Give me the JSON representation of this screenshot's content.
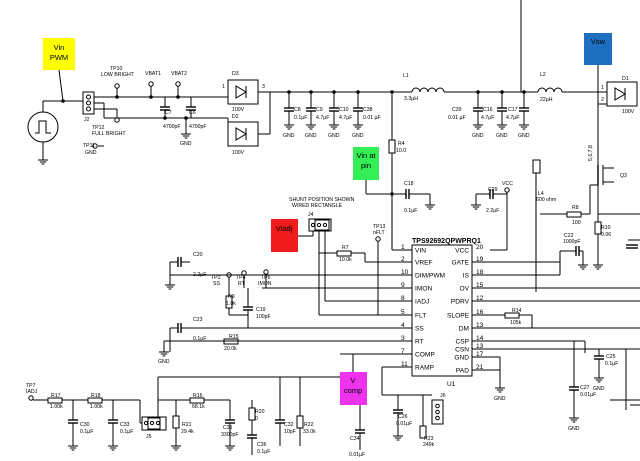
{
  "callouts": {
    "vin_pwm": "Vin\nPWM",
    "vsw": "Vsw",
    "vin_at_pin": "Vin at\npin",
    "viadj": "Viadj",
    "v_comp": "V\ncomp"
  },
  "colors": {
    "yellow": "#ffff00",
    "blue": "#1f6fc0",
    "green": "#33ee55",
    "red": "#ee1c1c",
    "magenta": "#ee33ee"
  },
  "ic": {
    "name": "TPS92692QPWPRQ1",
    "ref": "U1",
    "left_pins": [
      {
        "name": "VIN",
        "num": "1"
      },
      {
        "name": "VREF",
        "num": "2"
      },
      {
        "name": "DIM/PWM",
        "num": "10"
      },
      {
        "name": "IMON",
        "num": "9"
      },
      {
        "name": "IADJ",
        "num": "8"
      },
      {
        "name": "FLT",
        "num": "5"
      },
      {
        "name": "SS",
        "num": "4"
      },
      {
        "name": "RT",
        "num": "3"
      },
      {
        "name": "COMP",
        "num": "7"
      },
      {
        "name": "RAMP",
        "num": "11"
      }
    ],
    "right_pins": [
      {
        "name": "VCC",
        "num": "20"
      },
      {
        "name": "GATE",
        "num": "19"
      },
      {
        "name": "IS",
        "num": "18"
      },
      {
        "name": "OV",
        "num": "15"
      },
      {
        "name": "PDRV",
        "num": "12"
      },
      {
        "name": "SLOPE",
        "num": "16"
      },
      {
        "name": "DM",
        "num": "13"
      },
      {
        "name": "CSP",
        "num": "14"
      },
      {
        "name": "CSN",
        "num": "13"
      },
      {
        "name": "GND",
        "num": "17"
      },
      {
        "name": "PAD",
        "num": "21"
      }
    ]
  },
  "labels": {
    "tp10": "TP10",
    "low_bright": "LOW BRIGHT",
    "vbat1": "VBAT1",
    "vbat2": "VBAT2",
    "tp12": "TP12",
    "full_bright": "FULL BRIGHT",
    "tp11": "TP11",
    "gnd_tp11": "GND",
    "j2": "J2",
    "c7": "C7",
    "c7v": "4700pF",
    "c6": "C6",
    "c6v": "4700pF",
    "d3": "D3",
    "d3v": "100V",
    "d2": "D2",
    "d2v": "100V",
    "c8": "C8",
    "c8v": "0.1µF",
    "c9": "C9",
    "c9v": "4.7µF",
    "c10": "C10",
    "c10v": "4.7µF",
    "c38": "C38",
    "c38v": "0.01 µF",
    "l1": "L1",
    "l1v": "3.3µH",
    "c39": "C39",
    "c39v": "0.01 µF",
    "c16": "C16",
    "c16v": "4.7µF",
    "c17": "C17",
    "c17v": "4.7µF",
    "l2": "L2",
    "l2v": "22µH",
    "d1": "D1",
    "d1v": "100V",
    "r4": "R4",
    "r4v": "10.0",
    "c18": "C18",
    "c18v": "0.1µF",
    "c29": "C29",
    "c29v": "2.2µF",
    "vcc": "VCC",
    "l4": "L4",
    "l4v": "600 ohm",
    "q3": "Q3",
    "r8": "R8",
    "r8v": "100",
    "r10": "R10",
    "r10v": "0.06",
    "c22": "C22",
    "c22v": "1000pF",
    "shunt1": "SHUNT POSITION SHOWN",
    "shunt2": "W/RED RECTANGLE",
    "j4": "J4",
    "tp13": "TP13",
    "nflt": "nFLT",
    "r7": "R7",
    "r7v": "10.0k",
    "c20": "C20",
    "c20v": "2.2µF",
    "tp2": "TP2",
    "ss": "SS",
    "tp4": "TP4",
    "rt": "RT",
    "tp6": "TP6",
    "imon": "IMON",
    "r9": "R9",
    "r9v": "1.0k",
    "c19": "C19",
    "c19v": "100pF",
    "c23": "C23",
    "c23v": "0.1µF",
    "r15": "R15",
    "r15v": "20.0k",
    "r14": "R14",
    "r14v": "105k",
    "c25": "C25",
    "c25v": "0.1µF",
    "c27": "C27",
    "c27v": "0.01µF",
    "tp7": "TP7",
    "iadj": "IADJ",
    "r17": "R17",
    "r17v": "1.00k",
    "r18": "R18",
    "r18v": "1.00k",
    "r16": "R16",
    "r16v": "68.1k",
    "c30": "C30",
    "c30v": "0.1µF",
    "c33": "C33",
    "c33v": "0.1µF",
    "j5": "J5",
    "r21": "R21",
    "r21v": "29.4k",
    "c31": "C31",
    "c31v": "3300pF",
    "r20": "R20",
    "r20v": "0",
    "c36": "C36",
    "c36v": "0.1µF",
    "c32": "C32",
    "c32v": "10pF",
    "r22": "R22",
    "r22v": "33.0k",
    "c26": "C26",
    "c26v": "0.01µF",
    "c34": "C34",
    "c34v": "0.01µF",
    "r23": "R23",
    "r23v": "249k",
    "j6": "J6",
    "gnd": "GND",
    "num1": "1",
    "num2": "2",
    "num3": "3",
    "q_pins": "5,6,7,8"
  }
}
